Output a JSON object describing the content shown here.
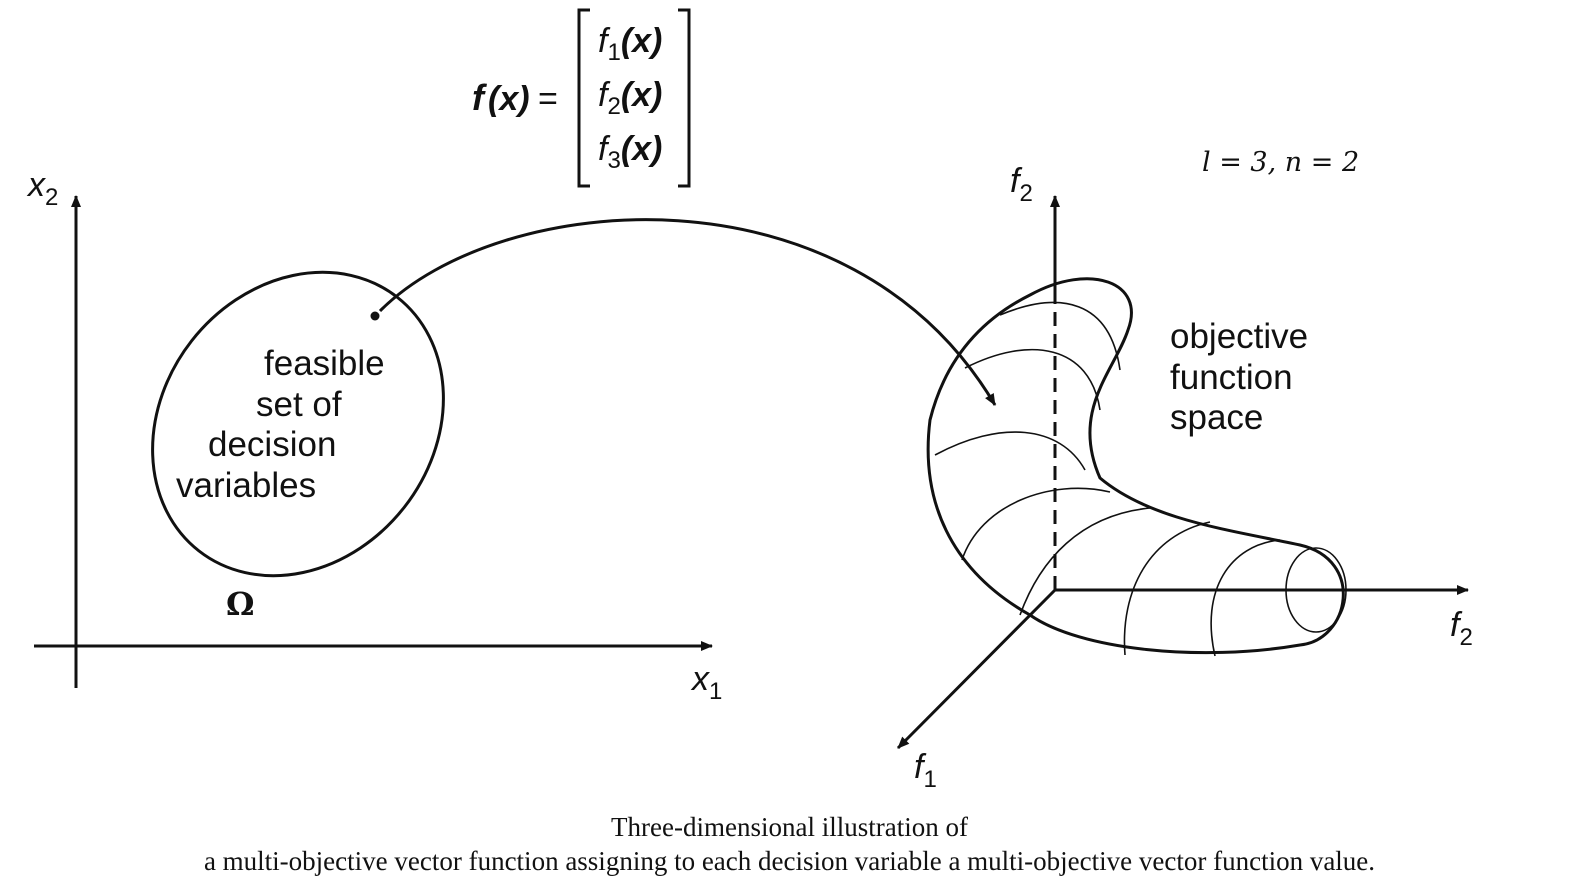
{
  "function_def": {
    "lhs_f": "f",
    "lhs_x": "(x)",
    "equals": "=",
    "components": [
      {
        "f": "f",
        "sub": "1",
        "arg": "(x)"
      },
      {
        "f": "f",
        "sub": "2",
        "arg": "(x)"
      },
      {
        "f": "f",
        "sub": "3",
        "arg": "(x)"
      }
    ]
  },
  "params_label": "l = 3, n = 2",
  "decision_space": {
    "x2_axis": {
      "base": "x",
      "sub": "2"
    },
    "x1_axis": {
      "base": "x",
      "sub": "1"
    },
    "region_lines": [
      "feasible",
      "set of",
      "decision",
      "variables"
    ],
    "omega": "Ω"
  },
  "objective_space": {
    "f2_vertical_axis": {
      "base": "f",
      "sub": "2"
    },
    "f2_horizontal_axis": {
      "base": "f",
      "sub": "2"
    },
    "f1_axis": {
      "base": "f",
      "sub": "1"
    },
    "region_lines": [
      "objective",
      "function",
      "space"
    ]
  },
  "caption": {
    "line1": "Three-dimensional illustration of",
    "line2": "a multi-objective vector function assigning to each decision variable a multi-objective vector function value."
  },
  "colors": {
    "ink": "#111111",
    "background": "#ffffff"
  }
}
